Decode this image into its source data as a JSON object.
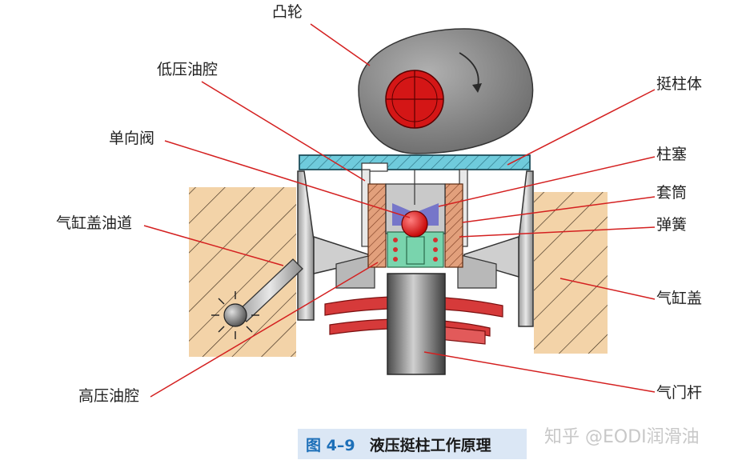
{
  "labels": {
    "cam": "凸轮",
    "low_pressure_chamber": "低压油腔",
    "check_valve": "单向阀",
    "head_oil_passage": "气缸盖油道",
    "high_pressure_chamber": "高压油腔",
    "tappet_body": "挺柱体",
    "plunger": "柱塞",
    "sleeve": "套筒",
    "spring": "弹簧",
    "cylinder_head": "气缸盖",
    "valve_stem": "气门杆"
  },
  "caption": {
    "figure_no": "图 4–9",
    "title": "液压挺柱工作原理"
  },
  "watermark": "知乎 @EODI润滑油",
  "colors": {
    "leader_line": "#d42020",
    "cam_body": "#8d8d8d",
    "cam_hub": "#d41616",
    "head_hatch": "#f2d2a6",
    "top_plate": "#5fc5d6",
    "high_pressure_oil": "#7bd6b0",
    "valve_disc": "#d43030",
    "caption_bg": "#dbe7f5",
    "caption_figno": "#1c6fb8"
  }
}
